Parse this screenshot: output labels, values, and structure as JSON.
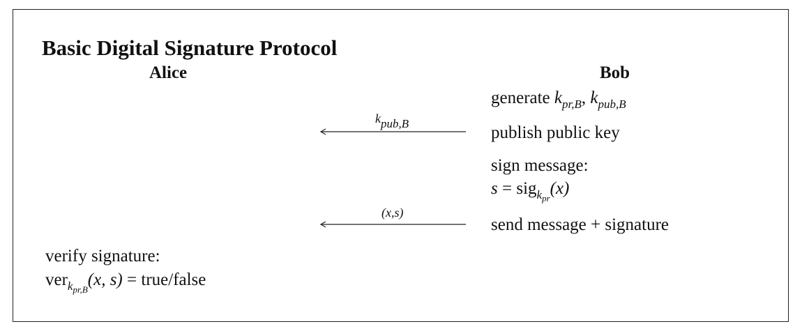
{
  "title": "Basic Digital Signature Protocol",
  "parties": {
    "left": "Alice",
    "right": "Bob"
  },
  "bob_steps": {
    "generate": {
      "text": "generate",
      "k1_base": "k",
      "k1_sub": "pr,B",
      "comma": ",",
      "k2_base": "k",
      "k2_sub": "pub,B"
    },
    "publish": "publish public key",
    "sign_line1": "sign message:",
    "sign_line2": {
      "s": "s",
      "eq": " = ",
      "sig": "sig",
      "sub_base": "k",
      "sub_sub": "pr",
      "arg": "(x)"
    },
    "send": "send message + signature"
  },
  "messages": [
    {
      "label_base": "k",
      "label_sub": "pub,B",
      "direction": "right-to-left"
    },
    {
      "label": "(x,s)",
      "direction": "right-to-left"
    }
  ],
  "alice_steps": {
    "verify_line1": "verify signature:",
    "verify_line2": {
      "ver": "ver",
      "sub_base": "k",
      "sub_sub": "pr,B",
      "args": "(x, s)",
      "eq": " = ",
      "result": "true/false"
    }
  }
}
